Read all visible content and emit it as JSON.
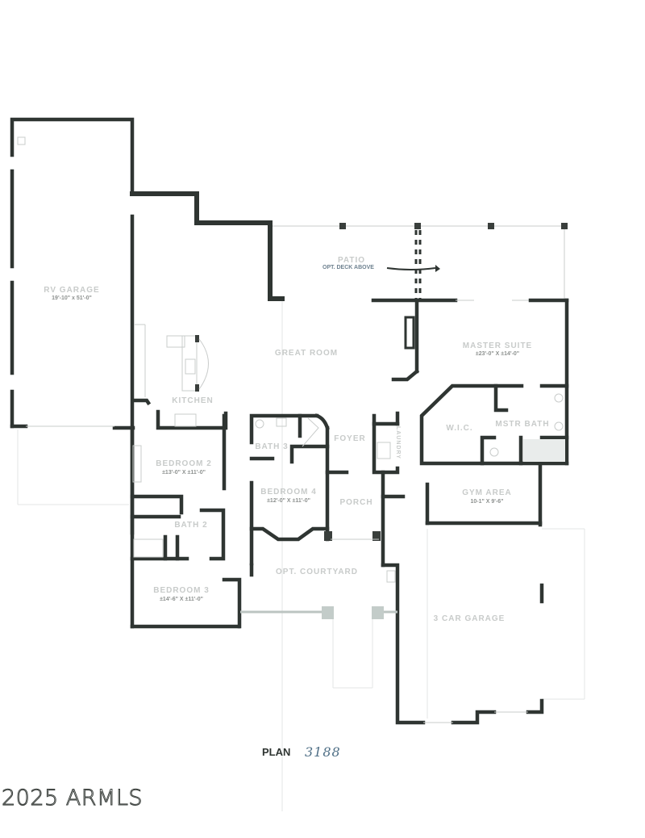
{
  "plan": {
    "title": "PLAN",
    "number": "3188",
    "watermark": "2025 ARMLS"
  },
  "rooms": {
    "rv_garage": {
      "label": "RV GARAGE",
      "dims": "19'-10\" x 51'-0\""
    },
    "patio": {
      "label": "PATIO",
      "note": "OPT. DECK ABOVE"
    },
    "great_room": {
      "label": "GREAT ROOM"
    },
    "kitchen": {
      "label": "KITCHEN"
    },
    "master_suite": {
      "label": "MASTER SUITE",
      "dims": "±23'-0\" X ±14'-0\""
    },
    "wic": {
      "label": "W.I.C."
    },
    "master_bath": {
      "label": "MSTR BATH"
    },
    "foyer": {
      "label": "FOYER"
    },
    "laundry": {
      "label": "LAUNDRY"
    },
    "bath_3": {
      "label": "BATH 3"
    },
    "bedroom_2": {
      "label": "BEDROOM 2",
      "dims": "±13'-0\" X ±11'-0\""
    },
    "bedroom_4": {
      "label": "BEDROOM 4",
      "dims": "±12'-0\" X ±11'-0\""
    },
    "porch": {
      "label": "PORCH"
    },
    "gym_area": {
      "label": "GYM AREA",
      "dims": "10-1\" X 9'-6\""
    },
    "bath_2": {
      "label": "BATH 2"
    },
    "bedroom_3": {
      "label": "BEDROOM 3",
      "dims": "±14'-6\" X ±11'-0\""
    },
    "courtyard": {
      "label": "OPT. COURTYARD"
    },
    "three_car_garage": {
      "label": "3 CAR GARAGE"
    }
  },
  "colors": {
    "wall": "#2f3532",
    "label": "#c8cbca",
    "dims": "#8d918f",
    "annotation": "#4f6f86"
  }
}
